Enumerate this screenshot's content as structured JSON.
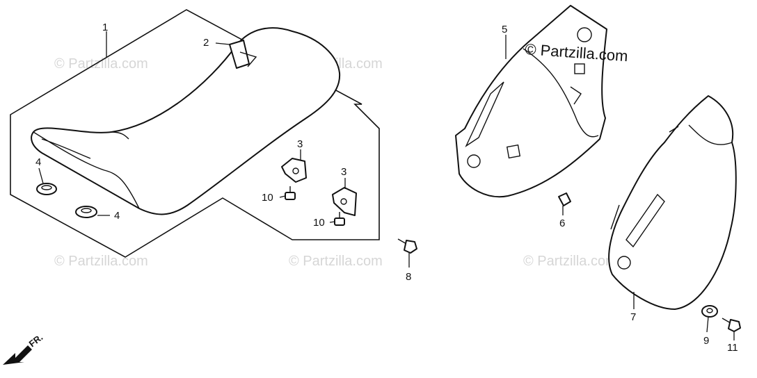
{
  "watermark": "© Partzilla.com",
  "brand_text": "© Partzilla.com",
  "front_indicator": "FR.",
  "callouts": {
    "c1": "1",
    "c2": "2",
    "c3a": "3",
    "c3b": "3",
    "c4a": "4",
    "c4b": "4",
    "c5": "5",
    "c6": "6",
    "c7": "7",
    "c8": "8",
    "c9": "9",
    "c10a": "10",
    "c10b": "10",
    "c11": "11"
  }
}
